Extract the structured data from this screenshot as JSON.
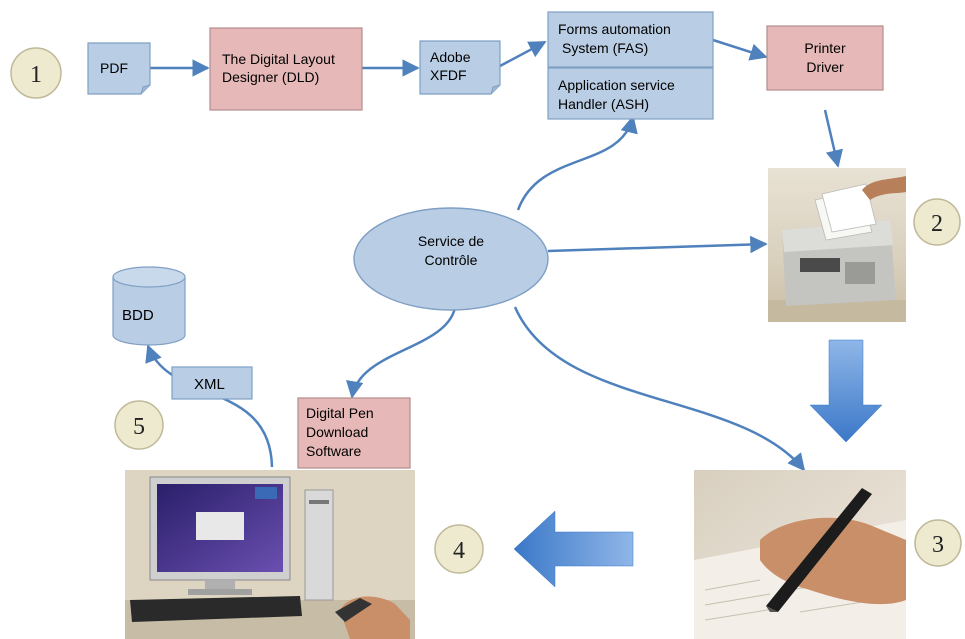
{
  "colors": {
    "blue_box_fill": "#b9cde5",
    "blue_box_stroke": "#7f9fc4",
    "pink_box_fill": "#e6b9b8",
    "pink_box_stroke": "#b08c8c",
    "connector": "#4f81bd",
    "step_circle_fill": "#eeeacf",
    "step_circle_stroke": "#bfb999",
    "big_arrow": "#4a86d1"
  },
  "steps": [
    "1",
    "2",
    "3",
    "4",
    "5"
  ],
  "nodes": {
    "pdf": "PDF",
    "dld": [
      "The Digital Layout",
      "Designer (DLD)"
    ],
    "xfdf": [
      "Adobe",
      "XFDF"
    ],
    "fas": [
      "Forms automation",
      "System (FAS)"
    ],
    "ash": [
      "Application service",
      "Handler (ASH)"
    ],
    "printer_driver": [
      "Printer",
      "Driver"
    ],
    "service": [
      "Service de",
      "Contrôle"
    ],
    "bdd": "BDD",
    "xml": "XML",
    "pen_software": [
      "Digital Pen",
      "Download",
      "Software"
    ]
  },
  "photos": {
    "printer": "printer-photo",
    "pen": "digital-pen-photo",
    "computer": "desktop-computer-photo"
  }
}
